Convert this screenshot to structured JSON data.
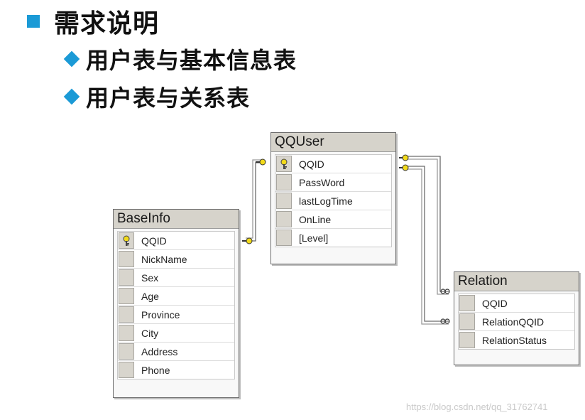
{
  "headings": {
    "main": "需求说明",
    "sub1": "用户表与基本信息表",
    "sub2": "用户表与关系表"
  },
  "tables": {
    "qquser": {
      "title": "QQUser",
      "fields": [
        "QQID",
        "PassWord",
        "lastLogTime",
        "OnLine",
        "[Level]"
      ],
      "key_field": "QQID"
    },
    "baseinfo": {
      "title": "BaseInfo",
      "fields": [
        "QQID",
        "NickName",
        "Sex",
        "Age",
        "Province",
        "City",
        "Address",
        "Phone"
      ],
      "key_field": "QQID"
    },
    "relation": {
      "title": "Relation",
      "fields": [
        "QQID",
        "RelationQQID",
        "RelationStatus"
      ],
      "key_field": ""
    }
  },
  "watermark": "https://blog.csdn.net/qq_31762741",
  "colors": {
    "accent": "#1b9ad6",
    "key": "#e6c800"
  },
  "icons": {
    "primary_key": "key-icon",
    "relationship": "relationship-connector"
  }
}
